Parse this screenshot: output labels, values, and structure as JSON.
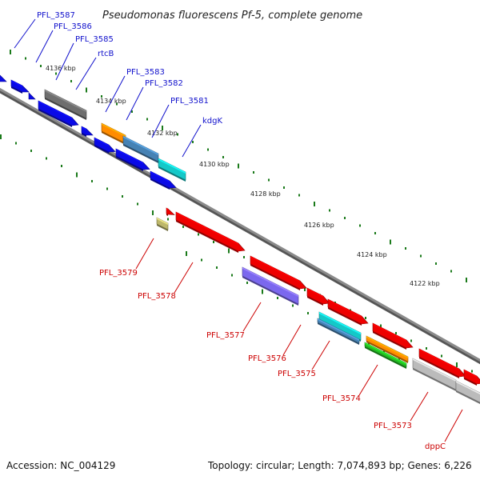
{
  "title": "Pseudomonas fluorescens Pf-5, complete genome",
  "footer": {
    "accession": "Accession: NC_004129",
    "topology": "Topology: circular; Length: 7,074,893 bp; Genes: 6,226"
  },
  "colors": {
    "backbone": "#8a8a8a",
    "tick": "#1a7a1a",
    "forward_label": "#1010cc",
    "reverse_label": "#cc0000",
    "forward_gene": "#0a0ae6",
    "reverse_gene": "#ee0000"
  },
  "scale_labels": [
    "4136 kbp",
    "4134 kbp",
    "4132 kbp",
    "4130 kbp",
    "4128 kbp",
    "4126 kbp",
    "4124 kbp",
    "4122 kbp"
  ],
  "forward_labels": [
    "PFL_3587",
    "PFL_3586",
    "PFL_3585",
    "rtcB",
    "PFL_3583",
    "PFL_3582",
    "PFL_3581",
    "kdgK"
  ],
  "reverse_labels": [
    "PFL_3579",
    "PFL_3578",
    "PFL_3577",
    "PFL_3576",
    "PFL_3575",
    "PFL_3574",
    "PFL_3573",
    "dppC"
  ]
}
